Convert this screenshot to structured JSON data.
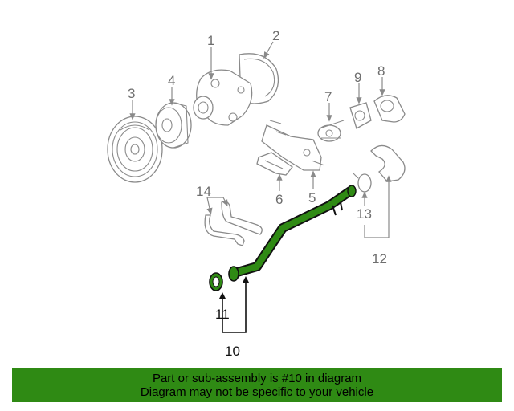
{
  "callouts": {
    "c1": "1",
    "c2": "2",
    "c3": "3",
    "c4": "4",
    "c5": "5",
    "c6": "6",
    "c7": "7",
    "c8": "8",
    "c9": "9",
    "c10": "10",
    "c11": "11",
    "c12": "12",
    "c13": "13",
    "c14": "14"
  },
  "highlight_color": "#2f8a14",
  "banner": {
    "line1": "Part or sub-assembly is #10 in diagram",
    "line2": "Diagram may not be specific to your vehicle"
  }
}
